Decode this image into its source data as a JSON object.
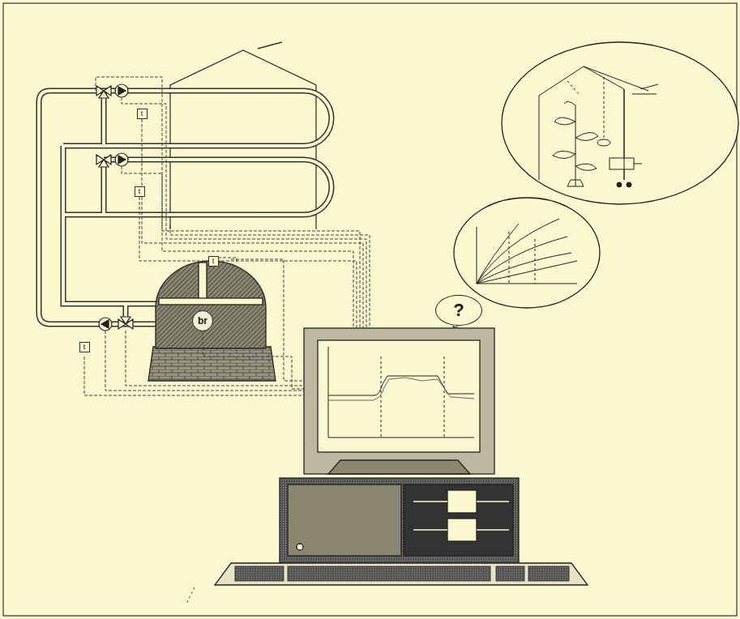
{
  "diagram": {
    "nodes": [
      {
        "text": [
          "t"
        ]
      },
      {
        "text": [
          "t"
        ]
      },
      {
        "text": [
          "t"
        ]
      },
      {
        "text": [
          "br"
        ]
      },
      {
        "text": [
          "t"
        ]
      },
      {
        "text": [
          "?"
        ]
      }
    ]
  }
}
